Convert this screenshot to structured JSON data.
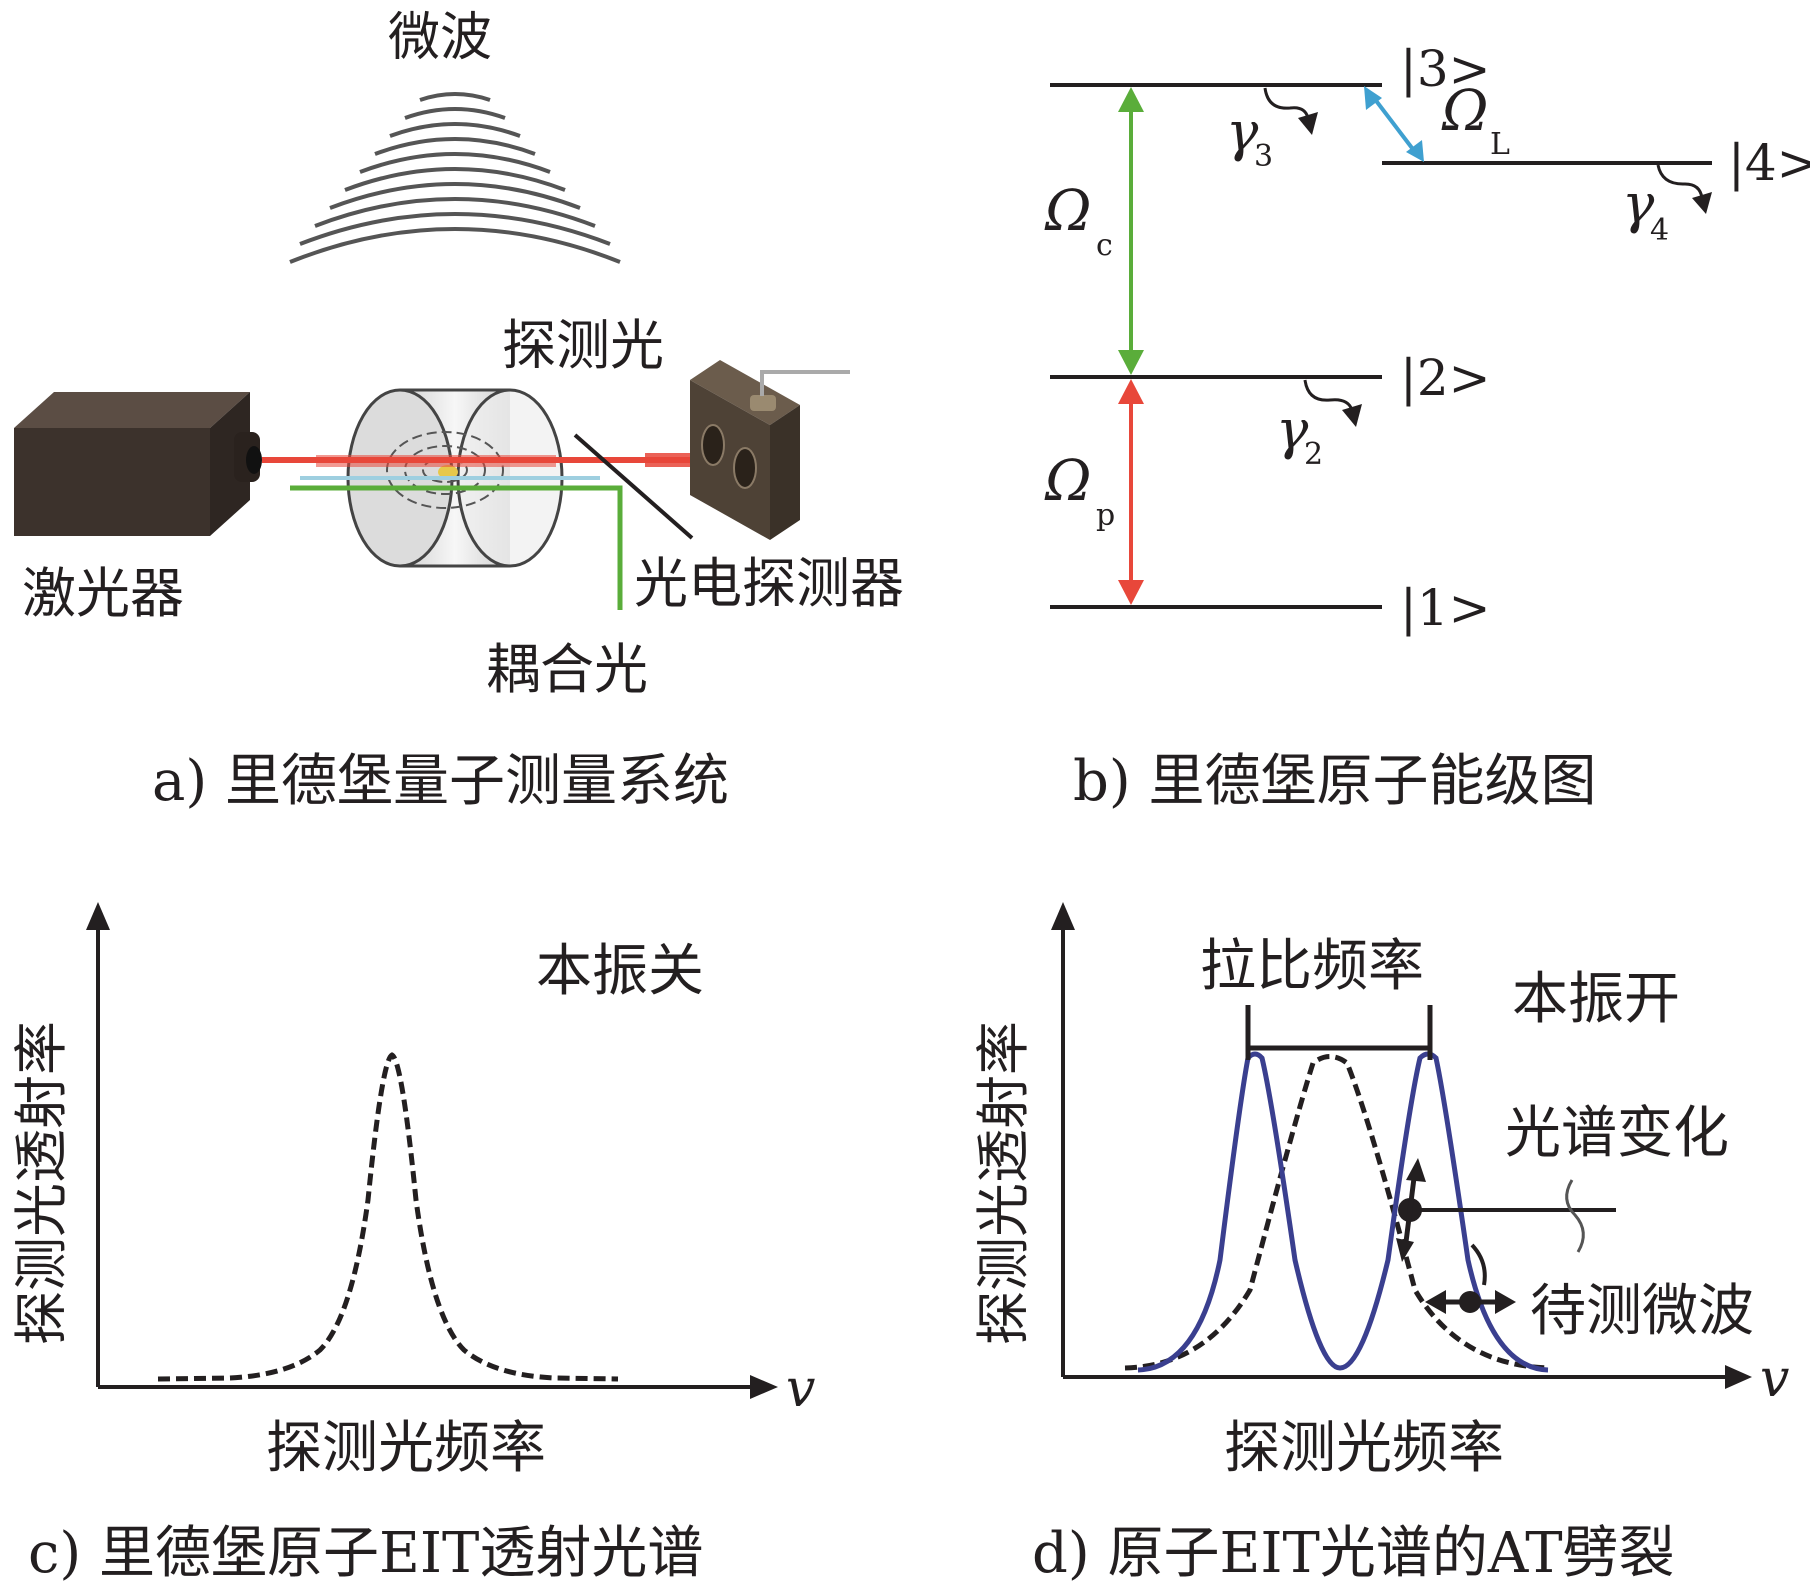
{
  "panel_a": {
    "caption": "a) 里德堡量子测量系统",
    "label_microwave": "微波",
    "label_probe_light": "探测光",
    "label_laser": "激光器",
    "label_photodetector": "光电探测器",
    "label_coupling_light": "耦合光"
  },
  "panel_b": {
    "caption": "b) 里德堡原子能级图",
    "level_3": "|3>",
    "level_4": "|4>",
    "level_2": "|2>",
    "level_1": "|1>",
    "omega_c": "Ω",
    "omega_c_sub": "c",
    "omega_p": "Ω",
    "omega_p_sub": "p",
    "omega_L": "Ω",
    "omega_L_sub": "L",
    "gamma_3": "γ",
    "gamma_3_sub": "3",
    "gamma_4": "γ",
    "gamma_4_sub": "4",
    "gamma_2": "γ",
    "gamma_2_sub": "2",
    "colors": {
      "coupling": "#5aad3a",
      "probe": "#e8473a",
      "microwave": "#3fa0d0"
    }
  },
  "panel_c": {
    "caption": "c) 里德堡原子EIT透射光谱",
    "ylabel": "探测光透射率",
    "xlabel": "探测光频率",
    "x_symbol": "v",
    "state_label": "本振关"
  },
  "panel_d": {
    "caption": "d) 原子EIT光谱的AT劈裂",
    "ylabel": "探测光透射率",
    "xlabel": "探测光频率",
    "x_symbol": "v",
    "state_label": "本振开",
    "rabi_label": "拉比频率",
    "spectrum_change_label": "光谱变化",
    "mw_label": "待测微波",
    "colors": {
      "split_curve": "#3a3f8f"
    }
  }
}
